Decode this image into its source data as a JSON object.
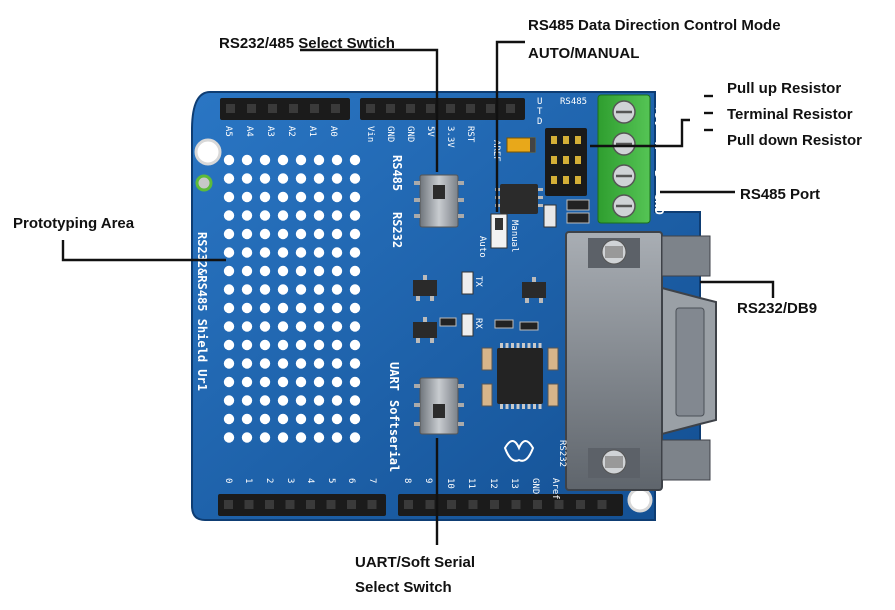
{
  "callouts": {
    "rs232_485_select": "RS232/485 Select Swtich",
    "rs485_direction_line1": "RS485 Data Direction Control Mode",
    "rs485_direction_line2": "AUTO/MANUAL",
    "pull_up": "Pull up Resistor",
    "terminal": "Terminal Resistor",
    "pull_down": "Pull down Resistor",
    "rs485_port": "RS485 Port",
    "prototyping": "Prototyping Area",
    "rs232_db9": "RS232/DB9",
    "uart_line1": "UART/Soft Serial",
    "uart_line2": "Select Switch"
  },
  "board": {
    "analog_pins": [
      "A5",
      "A4",
      "A3",
      "A2",
      "A1",
      "A0"
    ],
    "power_pins": [
      "Vin",
      "GND",
      "GND",
      "5V",
      "3.3V",
      "RST"
    ],
    "aref": "AREF",
    "digital_pins": [
      "0",
      "1",
      "2",
      "3",
      "4",
      "5",
      "6",
      "7",
      "8",
      "9",
      "10",
      "11",
      "12",
      "13",
      "GND",
      "Aref"
    ],
    "terminal_labels": [
      "+5V",
      "A",
      "B",
      "GND"
    ],
    "jumper_header": "RS485",
    "jumper_rows": [
      "U",
      "T",
      "D"
    ],
    "switch_rs485": "RS485",
    "switch_rs232": "RS232",
    "side_label": "RS232&RS485 Shield Ur1",
    "auto": "Auto",
    "manual": "Manual",
    "tx": "TX",
    "rx": "RX",
    "uart": "UART",
    "softserial": "Softserial",
    "rs232": "RS232",
    "colors": {
      "pcb": "#1a5fa8",
      "terminal": "#3bb33b",
      "db9": "#8b9097",
      "silk": "#ffffff"
    }
  }
}
